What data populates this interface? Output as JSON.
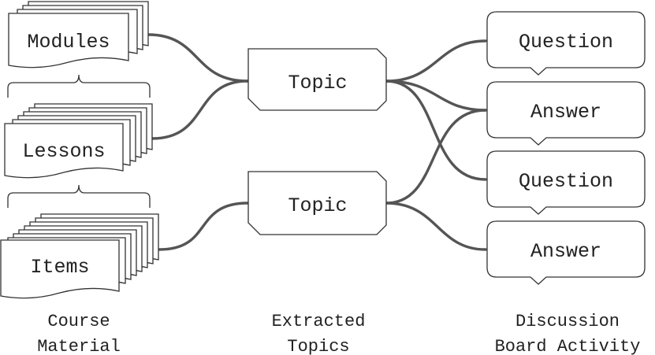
{
  "course_material": {
    "modules": "Modules",
    "lessons": "Lessons",
    "items": "Items",
    "caption_line1": "Course",
    "caption_line2": "Material"
  },
  "extracted_topics": {
    "topic_1": "Topic",
    "topic_2": "Topic",
    "caption_line1": "Extracted",
    "caption_line2": "Topics"
  },
  "discussion_board": {
    "post_1": "Question",
    "post_2": "Answer",
    "post_3": "Question",
    "post_4": "Answer",
    "caption_line1": "Discussion",
    "caption_line2": "Board Activity"
  },
  "colors": {
    "stroke": "#333333",
    "connector": "#555555",
    "text": "#222222"
  }
}
